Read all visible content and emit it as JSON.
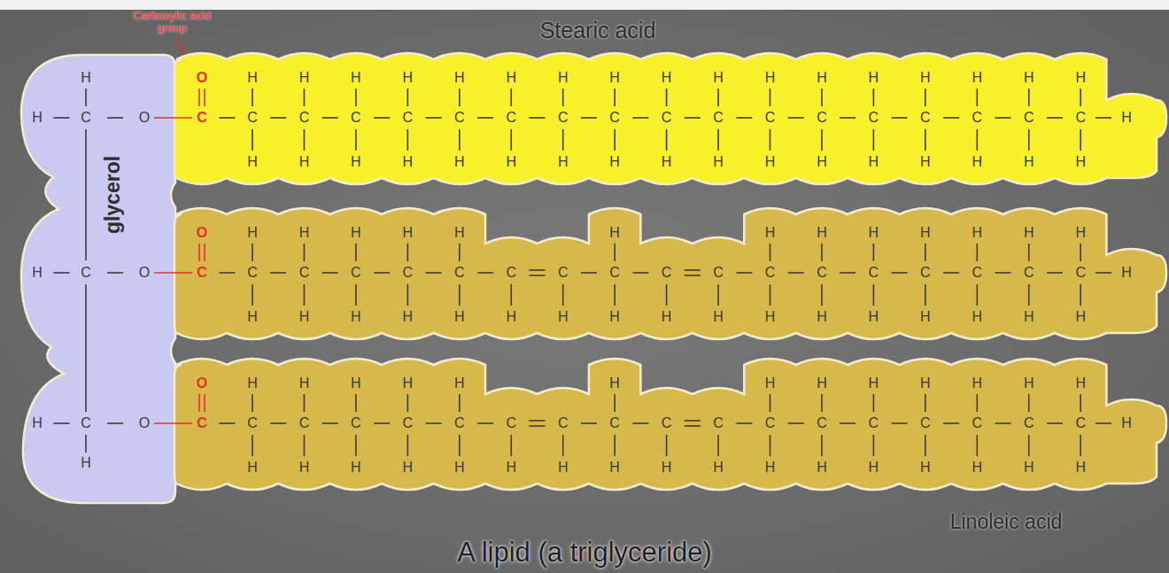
{
  "diagram": {
    "caption": "A lipid (a triglyceride)",
    "nodes": [
      {
        "text": [
          "glycerol",
          "H",
          "H",
          "C",
          "O",
          "H",
          "C",
          "O",
          "H",
          "C",
          "O",
          "H"
        ]
      },
      {
        "text": [
          "Stearic acid",
          "O",
          "C",
          "H",
          "C",
          "H",
          "H",
          "C",
          "H",
          "H",
          "C",
          "H",
          "H",
          "C",
          "H",
          "H",
          "C",
          "H",
          "H",
          "C",
          "H",
          "H",
          "C",
          "H",
          "H",
          "C",
          "H",
          "H",
          "C",
          "H",
          "H",
          "C",
          "H",
          "H",
          "C",
          "H",
          "H",
          "C",
          "H",
          "H",
          "C",
          "H",
          "H",
          "C",
          "H",
          "H",
          "C",
          "H",
          "H",
          "C",
          "H",
          "H",
          "C",
          "H",
          "H"
        ]
      },
      {
        "text": [
          "O",
          "C",
          "H",
          "C",
          "H",
          "H",
          "C",
          "H",
          "H",
          "C",
          "H",
          "H",
          "C",
          "H",
          "H",
          "C",
          "H",
          "C",
          "H",
          "C",
          "H",
          "H",
          "C",
          "H",
          "C",
          "H",
          "C",
          "H",
          "H",
          "C",
          "H",
          "H",
          "C",
          "H",
          "H",
          "C",
          "H",
          "H",
          "C",
          "H",
          "H",
          "C",
          "H",
          "H",
          "C",
          "H",
          "H",
          "C",
          "H",
          "H"
        ]
      },
      {
        "text": [
          "O",
          "C",
          "H",
          "C",
          "H",
          "H",
          "C",
          "H",
          "H",
          "C",
          "H",
          "H",
          "C",
          "H",
          "H",
          "C",
          "H",
          "C",
          "H",
          "C",
          "H",
          "H",
          "C",
          "H",
          "C",
          "H",
          "C",
          "H",
          "H",
          "C",
          "H",
          "H",
          "C",
          "H",
          "H",
          "C",
          "H",
          "H",
          "C",
          "H",
          "H",
          "C",
          "H",
          "H",
          "C",
          "H",
          "H",
          "C",
          "H",
          "H"
        ]
      }
    ],
    "labels": [
      "Carboxylic acid group",
      "Linoleic acid"
    ]
  }
}
